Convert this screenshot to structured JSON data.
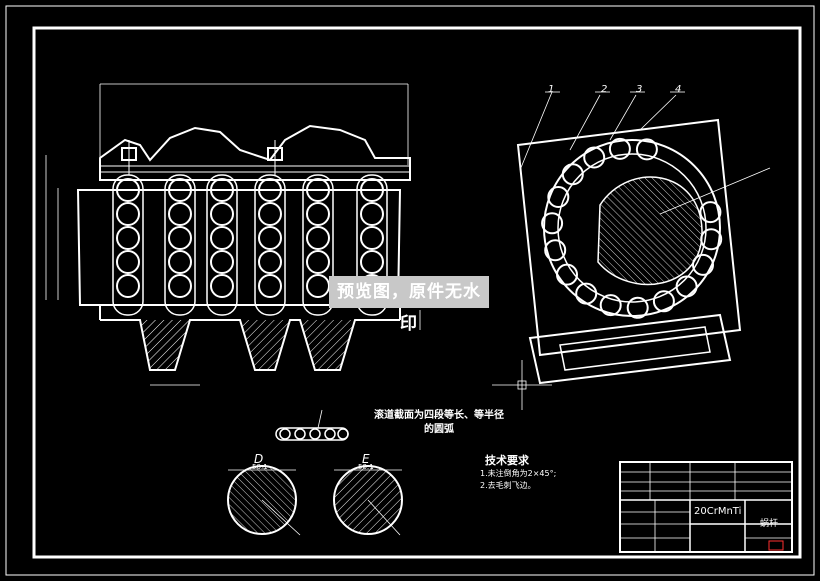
{
  "drawing": {
    "callouts": [
      "1",
      "2",
      "3",
      "4"
    ],
    "detail_labels": [
      {
        "letter": "D",
        "scale": "50:1"
      },
      {
        "letter": "E",
        "scale": "50:1"
      }
    ],
    "note_chain": "滚道截面为四段等长、等半径",
    "note_chain_2": "的圆弧",
    "tech_title": "技术要求",
    "tech_items": [
      "1.未注倒角为2×45°;",
      "2.去毛刺飞边。"
    ],
    "material": "20CrMnTi",
    "part_name": "蜗杆"
  },
  "watermark": "预览图，原件无水印",
  "colors": {
    "background": "#000000",
    "line": "#ffffff",
    "watermark_bg": "#c8c8c8",
    "accent": "#ff3030"
  }
}
